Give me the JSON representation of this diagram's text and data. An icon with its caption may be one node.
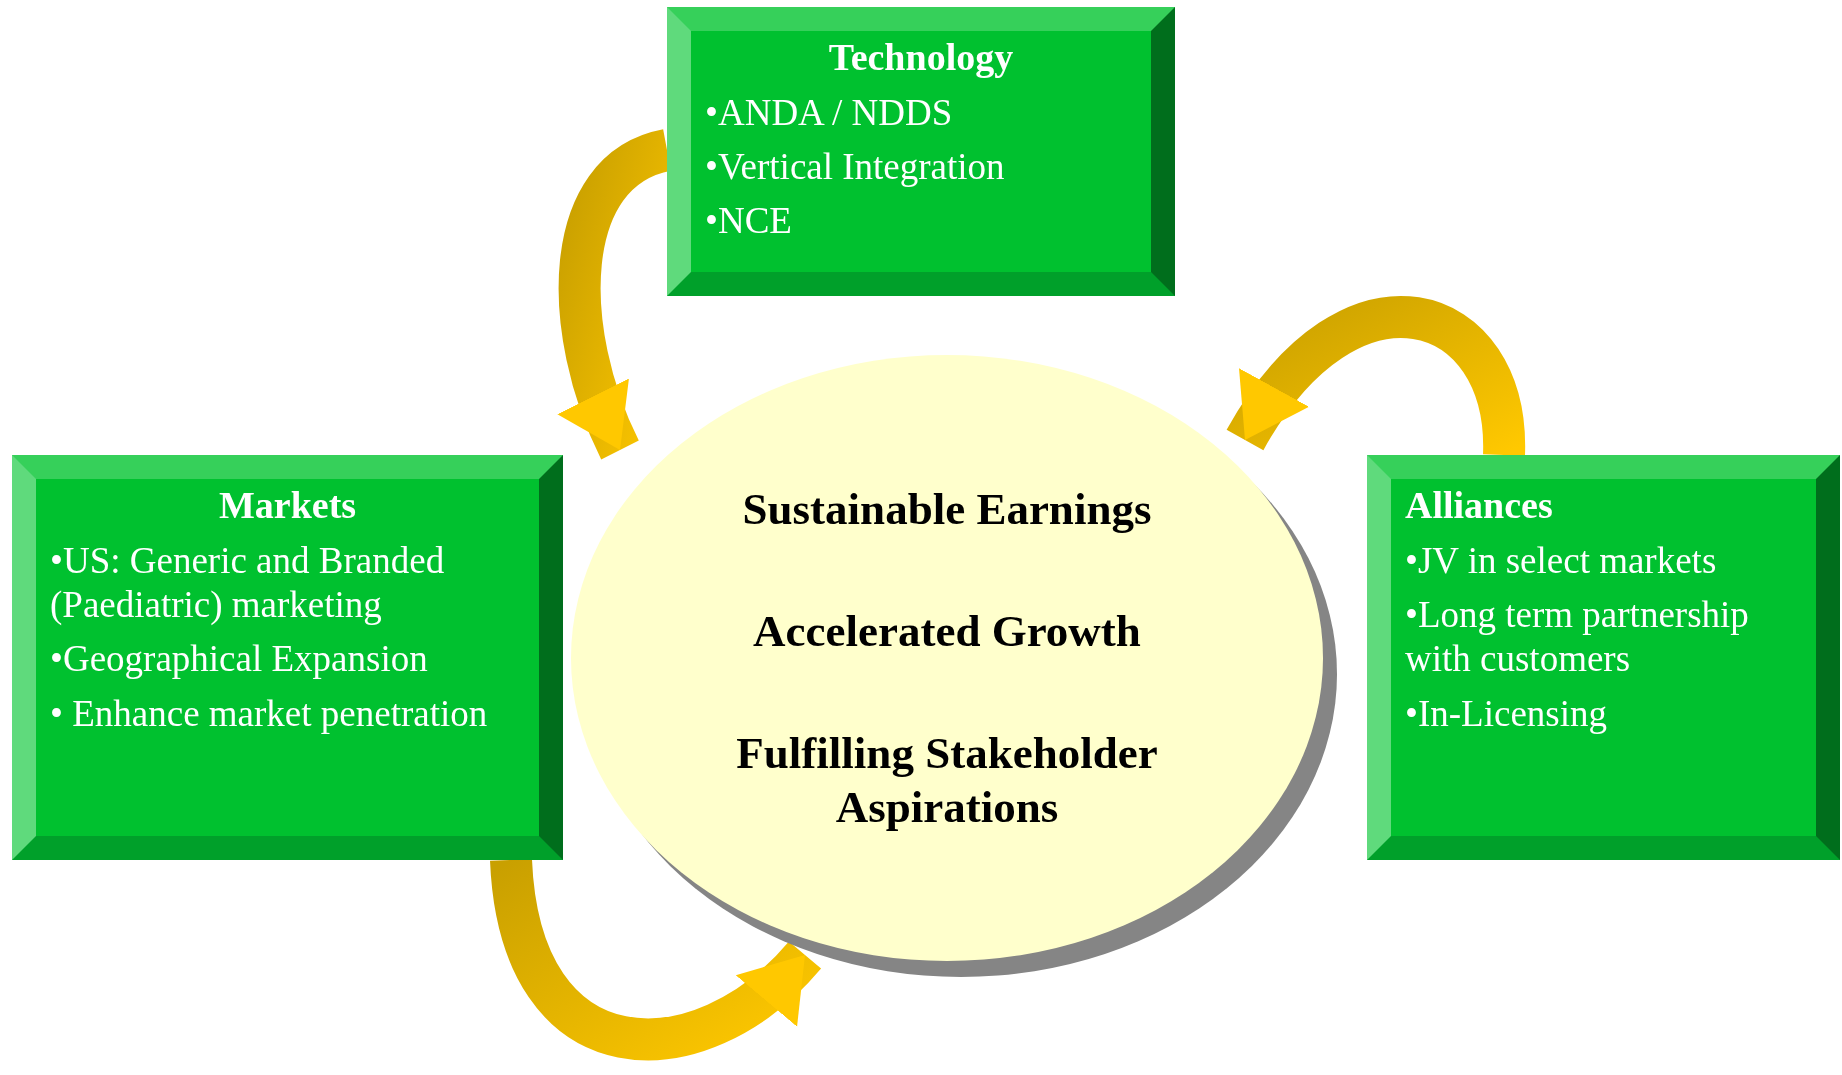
{
  "diagram": {
    "nodes": [
      {
        "text": [
          "Technology",
          "•ANDA / NDDS",
          "•Vertical Integration",
          "•NCE"
        ]
      },
      {
        "text": [
          "Markets",
          "•US: Generic and Branded (Paediatric) marketing",
          "•Geographical Expansion",
          "• Enhance market penetration"
        ]
      },
      {
        "text": [
          "Sustainable Earnings",
          "Accelerated Growth",
          "Fulfilling Stakeholder Aspirations"
        ]
      },
      {
        "text": [
          "Alliances",
          "•JV in select markets",
          "•Long term partnership with customers",
          "•In-Licensing"
        ]
      }
    ],
    "edges": [
      {
        "from": 0,
        "to": 2,
        "arrow": "to",
        "style": "thick"
      },
      {
        "from": 3,
        "to": 2,
        "arrow": "to",
        "style": "thick"
      },
      {
        "from": 1,
        "to": 2,
        "arrow": "to",
        "style": "thick"
      }
    ]
  }
}
